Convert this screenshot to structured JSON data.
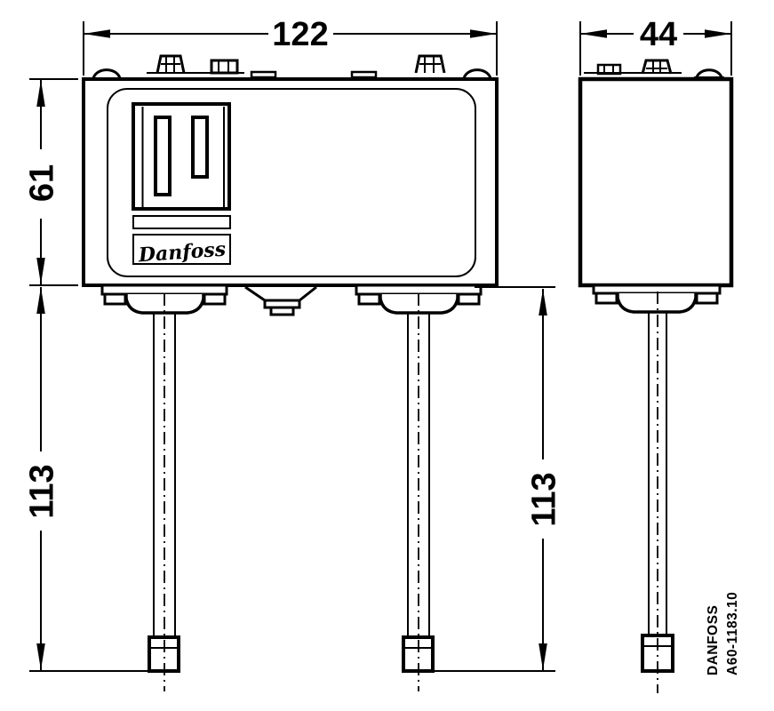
{
  "page": {
    "background": "#ffffff",
    "line_color": "#000000"
  },
  "dimensions": {
    "front_width": "122",
    "side_width": "44",
    "body_height": "61",
    "left_tube_length": "113",
    "right_tube_length": "113"
  },
  "logo": {
    "script": "Danfoss"
  },
  "footer": {
    "brand": "DANFOSS",
    "drawing_number": "A60-1183.10"
  }
}
